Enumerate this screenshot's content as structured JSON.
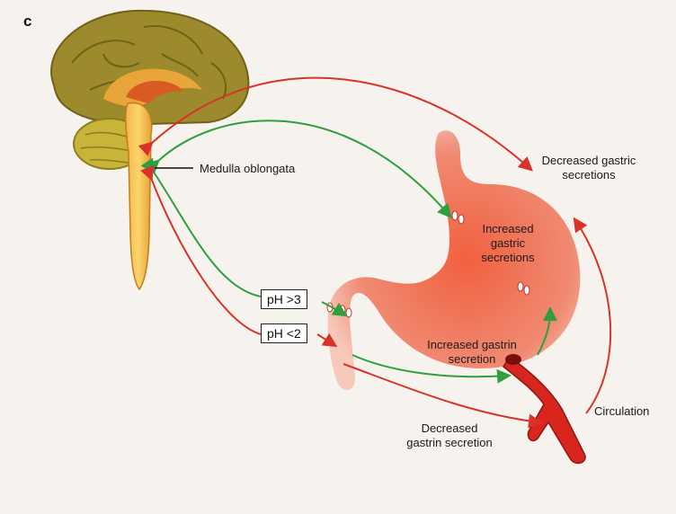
{
  "panel_letter": "c",
  "labels": {
    "medulla": "Medulla oblongata",
    "decreased_gastric": [
      "Decreased gastric",
      "secretions"
    ],
    "increased_gastric": [
      "Increased",
      "gastric",
      "secretions"
    ],
    "ph_high": "pH >3",
    "ph_low": "pH <2",
    "increased_gastrin": [
      "Increased gastrin",
      "secretion"
    ],
    "decreased_gastrin": [
      "Decreased",
      "gastrin secretion"
    ],
    "circulation": "Circulation"
  },
  "colors": {
    "stimulatory_arrow": "#2e9e3e",
    "inhibitory_arrow": "#d8322a",
    "brain_cortex": "#a3912e",
    "stomach": "#ec6d55",
    "vessel": "#d8261f"
  }
}
